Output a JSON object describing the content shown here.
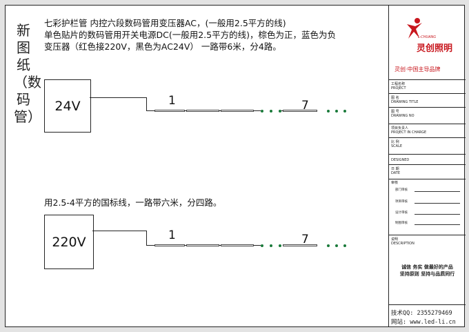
{
  "side_title": "新图纸（数码管）",
  "notes": {
    "line1": "七彩护栏管   内控六段数码管用变压器AC，(一般用2.5平方的线)",
    "line2": "单色贴片的数码管用开关电源DC(一般用2.5平方的线)，棕色为正，蓝色为负",
    "line3": "变压器（红色接220V，黑色为AC24V）  一路带6米，分4路。",
    "section2": "用2.5-4平方的国标线，一路带六米，分四路。"
  },
  "circuit1": {
    "source": "24V",
    "first_label": "1",
    "last_label": "7"
  },
  "circuit2": {
    "source": "220V",
    "first_label": "1",
    "last_label": "7"
  },
  "colors": {
    "brand_red": "#c8171e",
    "dot_green": "#1a7a3a",
    "border": "#222222"
  },
  "logo": {
    "icon": "running-figure-logo-icon",
    "brand_en": "L-CHUANG",
    "brand_cn": "灵创照明",
    "slogan": "灵创·中国主导品牌"
  },
  "title_block": {
    "rows": [
      {
        "cn": "工程名称",
        "en": "PROJECT"
      },
      {
        "cn": "图  名",
        "en": "DRAWING TITLE"
      },
      {
        "cn": "图  号",
        "en": "DRAWING NO"
      },
      {
        "cn": "项目负责人",
        "en": "PROJECT IN CHARGE"
      },
      {
        "cn": "比  例",
        "en": "SCALE"
      },
      {
        "cn": "DESIGNED",
        "en": ""
      },
      {
        "cn": "日  期",
        "en": "DATE"
      },
      {
        "cn": "审核",
        "en": ""
      }
    ],
    "signatures": [
      "部门审核",
      "项目审核",
      "设计审核",
      "制图审核"
    ],
    "description": {
      "cn": "说明",
      "en": "DESCRIPTION"
    },
    "slogan_line1": "诚信  务实  做最好的产品",
    "slogan_line2": "坚持原则  坚持与品质同行",
    "qq": "技术QQ: 2355279469",
    "website": "网站: www.led-li.cn"
  }
}
